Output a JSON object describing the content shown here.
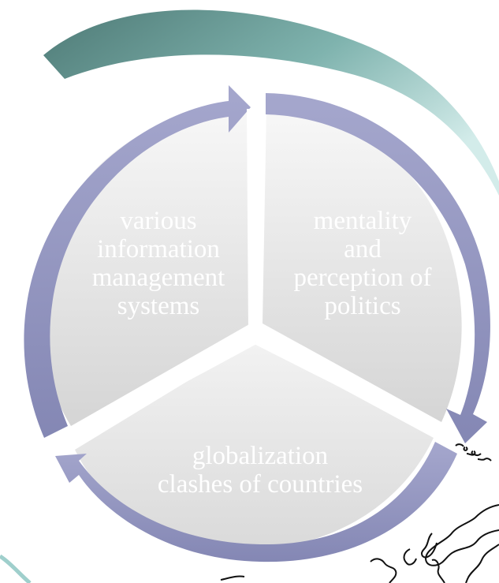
{
  "diagram": {
    "type": "cycle",
    "segments": [
      {
        "label": "various information management systems"
      },
      {
        "label": "mentality and perception of politics"
      },
      {
        "label": "globalization clashes of countries"
      }
    ]
  },
  "colors": {
    "arrow": "#9a9cc4",
    "arrow_dark": "#7f82b0",
    "segment_light": "#f4f4f4",
    "segment_dark": "#d6d6d6",
    "swoosh_dark": "#4f7f7a",
    "swoosh_light": "#a9d3d1",
    "map_outline": "#111111"
  }
}
